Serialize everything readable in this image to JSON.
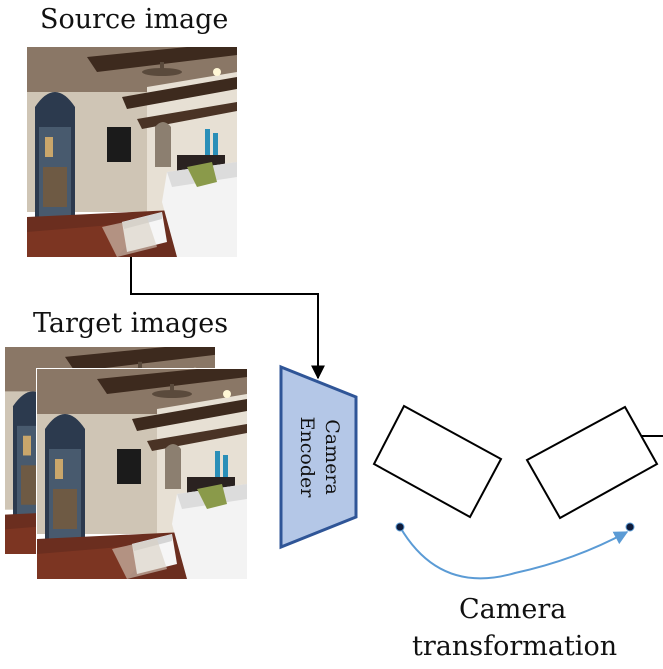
{
  "labels": {
    "source": "Source image",
    "target": "Target images",
    "encoder_line1": "Camera",
    "encoder_line2": "Encoder",
    "transform_line1": "Camera",
    "transform_line2": "transformation"
  },
  "colors": {
    "encoder_fill": "#b4c7e7",
    "encoder_stroke": "#2f5597",
    "transform_arrow": "#5b9bd5",
    "line": "#000000"
  },
  "icons": [
    "source-room-image",
    "target-room-image",
    "camera-frame",
    "arrow"
  ]
}
